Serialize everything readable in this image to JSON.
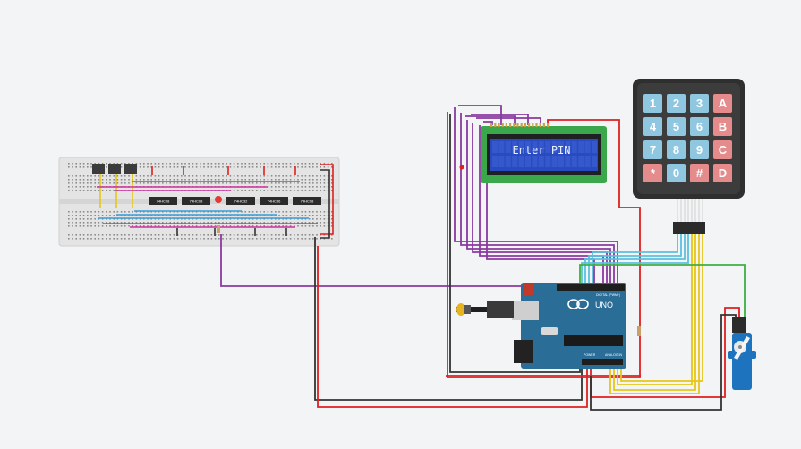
{
  "lcd": {
    "text": "Enter PIN"
  },
  "keypad": {
    "keys": [
      {
        "label": "1",
        "kind": "num"
      },
      {
        "label": "2",
        "kind": "num"
      },
      {
        "label": "3",
        "kind": "num"
      },
      {
        "label": "A",
        "kind": "letter"
      },
      {
        "label": "4",
        "kind": "num"
      },
      {
        "label": "5",
        "kind": "num"
      },
      {
        "label": "6",
        "kind": "num"
      },
      {
        "label": "B",
        "kind": "letter"
      },
      {
        "label": "7",
        "kind": "num"
      },
      {
        "label": "8",
        "kind": "num"
      },
      {
        "label": "9",
        "kind": "num"
      },
      {
        "label": "C",
        "kind": "letter"
      },
      {
        "label": "*",
        "kind": "letter"
      },
      {
        "label": "0",
        "kind": "num"
      },
      {
        "label": "#",
        "kind": "letter"
      },
      {
        "label": "D",
        "kind": "letter"
      }
    ]
  },
  "breadboard": {
    "chips": [
      "74HC08",
      "74HC08",
      "74HC32",
      "74HC86",
      "74HC08"
    ]
  },
  "arduino": {
    "brand": "UNO",
    "digital_label": "DIGITAL (PWM~)",
    "power_label": "POWER",
    "analog_label": "ANALOG IN"
  },
  "colors": {
    "key_num": "#8fc7e0",
    "key_letter": "#e58b8b",
    "wire_red": "#e02020",
    "wire_purple": "#8a3aa0",
    "wire_black": "#333333",
    "wire_yellow": "#e6c619",
    "wire_teal": "#5bc0de",
    "wire_green": "#3cb043",
    "wire_magenta": "#d22fa0",
    "wire_blue": "#3a9bd6"
  }
}
